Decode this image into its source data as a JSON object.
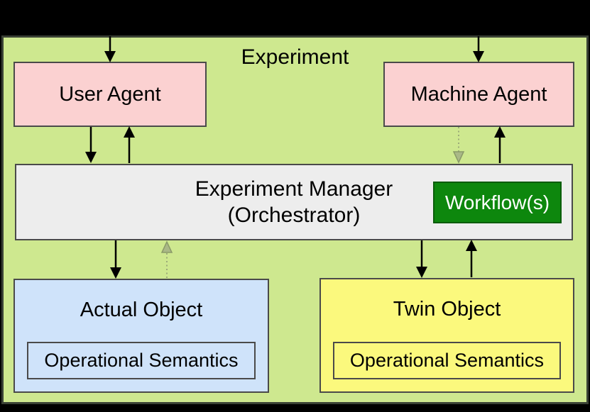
{
  "colors": {
    "canvas_background": "#000000",
    "experiment_fill": "#cee88f",
    "experiment_border": "#3a4135",
    "agent_fill": "#fbd1d1",
    "manager_fill": "#ededed",
    "workflow_fill": "#0d870d",
    "workflow_border": "#0a5c0a",
    "workflow_text": "#ffffff",
    "actual_object_fill": "#cfe3fa",
    "twin_object_fill": "#fbf97d",
    "box_border": "#4a4a4a",
    "arrow_solid": "#000000",
    "arrow_muted_dotted": "#9cab79"
  },
  "diagram": {
    "title": "Experiment",
    "user_agent": {
      "label": "User Agent"
    },
    "machine_agent": {
      "label": "Machine Agent"
    },
    "experiment_manager": {
      "line1": "Experiment Manager",
      "line2": "(Orchestrator)"
    },
    "workflow": {
      "label": "Workflow(s)"
    },
    "actual_object": {
      "label": "Actual Object",
      "inner_label": "Operational Semantics"
    },
    "twin_object": {
      "label": "Twin Object",
      "inner_label": "Operational Semantics"
    }
  }
}
